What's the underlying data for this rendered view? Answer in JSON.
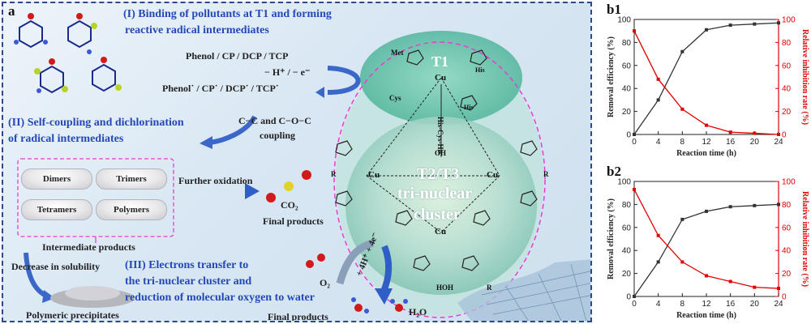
{
  "panel_a": {
    "label": "a",
    "stage1": {
      "line1": "(I) Binding of pollutants at T1 and forming",
      "line2": "reactive radical  intermediates"
    },
    "reactants": "Phenol / CP / DCP / TCP",
    "electron_loss": "− H⁺ / − e⁻",
    "radicals": "Phenol˙ / CP˙ / DCP˙ / TCP˙",
    "coupling": {
      "line1": "C−C and C−O−C",
      "line2": "coupling"
    },
    "stage2": {
      "line1": "(II) Self-coupling and dichlorination",
      "line2": "of radical  intermediates"
    },
    "products": [
      "Dimers",
      "Trimers",
      "Tetramers",
      "Polymers"
    ],
    "further_oxidation": "Further oxidation",
    "co2": "CO₂",
    "final_products_1": "Final products",
    "intermediate_products": "Intermediate products",
    "decrease_solubility": "Decrease in solubility",
    "stage3": {
      "line1": "(III) Electrons transfer to",
      "line2": "the tri-nuclear cluster and",
      "line3": "reduction of molecular oxygen to water"
    },
    "polymeric_precipitates": "Polymeric precipitates",
    "o2": "O₂",
    "h_plus": "+ 4H⁺ + 4e⁻",
    "final_products_2": "Final products",
    "h2o": "H₂O",
    "enzyme": {
      "t1": "T1",
      "cluster": [
        "T2/T3",
        "tri-nuclear",
        "cluster"
      ],
      "cu": "Cu",
      "oh": "OH",
      "hoh": "HOH",
      "his_cys_his": "His-Cys-His",
      "met": "Met",
      "cys": "Cys",
      "his": "His",
      "r": "R"
    }
  },
  "chart_data": [
    {
      "panel": "b1",
      "type": "line",
      "x": [
        0,
        4,
        8,
        12,
        16,
        20,
        24
      ],
      "xlabel": "Reaction time (h)",
      "ylabel_left": "Removal efficiency (%)",
      "ylabel_right": "Relative inhibition rate (%)",
      "xlim": [
        0,
        24
      ],
      "ylim": [
        0,
        100
      ],
      "xticks": [
        "0",
        "4",
        "8",
        "12",
        "16",
        "20",
        "24"
      ],
      "yticks": [
        "0",
        "20",
        "40",
        "60",
        "80",
        "100"
      ],
      "series": [
        {
          "axis": "left",
          "color": "#333333",
          "values": [
            0,
            30,
            72,
            91,
            95,
            96,
            97
          ]
        },
        {
          "axis": "right",
          "color": "#e00000",
          "values": [
            90,
            48,
            22,
            8,
            2,
            1,
            0
          ]
        }
      ]
    },
    {
      "panel": "b2",
      "type": "line",
      "x": [
        0,
        4,
        8,
        12,
        16,
        20,
        24
      ],
      "xlabel": "Reaction time (h)",
      "ylabel_left": "Removal efficiency (%)",
      "ylabel_right": "Relative inhibition rate (%)",
      "xlim": [
        0,
        24
      ],
      "ylim": [
        0,
        100
      ],
      "xticks": [
        "0",
        "4",
        "8",
        "12",
        "16",
        "20",
        "24"
      ],
      "yticks": [
        "0",
        "20",
        "40",
        "60",
        "80",
        "100"
      ],
      "series": [
        {
          "axis": "left",
          "color": "#333333",
          "values": [
            0,
            30,
            67,
            74,
            78,
            79,
            80
          ]
        },
        {
          "axis": "right",
          "color": "#e00000",
          "values": [
            93,
            53,
            30,
            18,
            13,
            8,
            7
          ]
        }
      ]
    }
  ]
}
